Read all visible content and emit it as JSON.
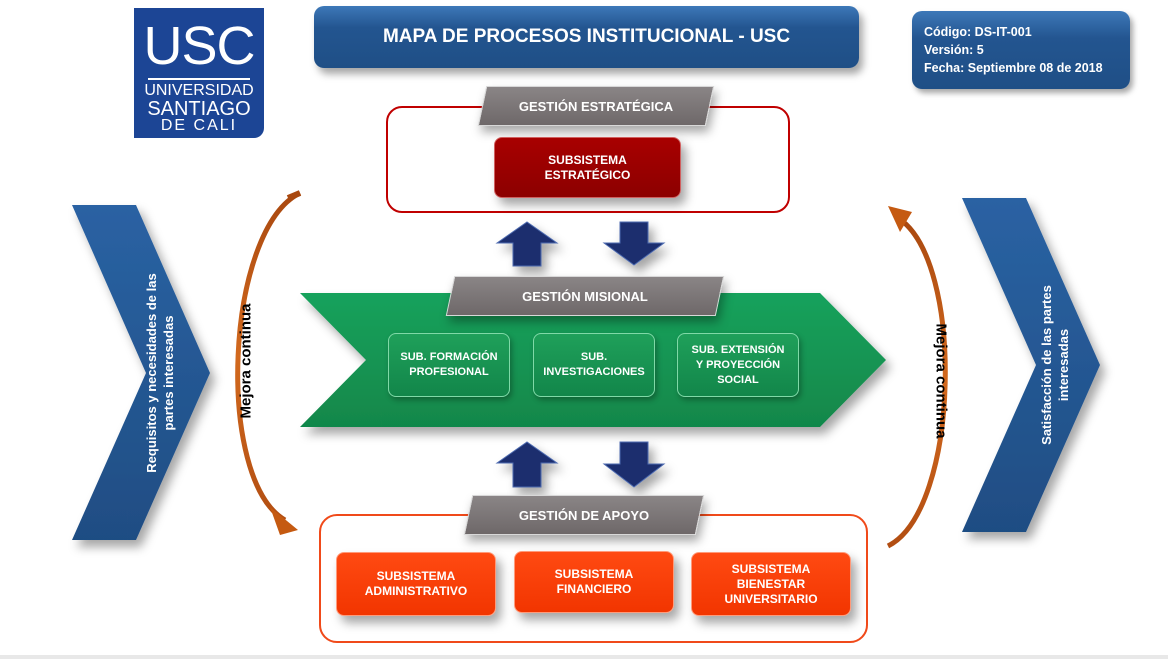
{
  "logo": {
    "acronym": "USC",
    "line1": "UNIVERSIDAD",
    "line2": "SANTIAGO",
    "line3": "DE CALI"
  },
  "header": {
    "title": "MAPA DE PROCESOS INSTITUCIONAL - USC"
  },
  "document_info": {
    "code": "Código: DS-IT-001",
    "version": "Versión: 5",
    "date": "Fecha: Septiembre 08 de 2018"
  },
  "strategic": {
    "label": "GESTIÓN ESTRATÉGICA",
    "subsystems": [
      {
        "line1": "SUBSISTEMA",
        "line2": "ESTRATÉGICO"
      }
    ]
  },
  "missional": {
    "label": "GESTIÓN MISIONAL",
    "subsystems": [
      {
        "line1": "SUB. FORMACIÓN",
        "line2": "PROFESIONAL",
        "line3": ""
      },
      {
        "line1": "SUB.",
        "line2": "INVESTIGACIONES",
        "line3": ""
      },
      {
        "line1": "SUB. EXTENSIÓN",
        "line2": "Y PROYECCIÓN",
        "line3": "SOCIAL"
      }
    ]
  },
  "support": {
    "label": "GESTIÓN DE APOYO",
    "subsystems": [
      {
        "line1": "SUBSISTEMA",
        "line2": "ADMINISTRATIVO",
        "line3": ""
      },
      {
        "line1": "SUBSISTEMA",
        "line2": "FINANCIERO",
        "line3": ""
      },
      {
        "line1": "SUBSISTEMA",
        "line2": "BIENESTAR",
        "line3": "UNIVERSITARIO"
      }
    ]
  },
  "input": {
    "line1": "Requisitos y necesidades de las",
    "line2": "partes interesadas"
  },
  "output": {
    "line1": "Satisfacción de las partes",
    "line2": "interesadas"
  },
  "cycle": {
    "left_label": "Mejora continua",
    "right_label": "Mejora continua"
  },
  "colors": {
    "brand_blue": "#1c4595",
    "header_blue": "#235590",
    "strategic_red": "#9a0000",
    "missional_green": "#16924f",
    "support_orange": "#f43a05",
    "cycle_orange": "#c55a11",
    "flow_navy": "#1b2f6e"
  }
}
